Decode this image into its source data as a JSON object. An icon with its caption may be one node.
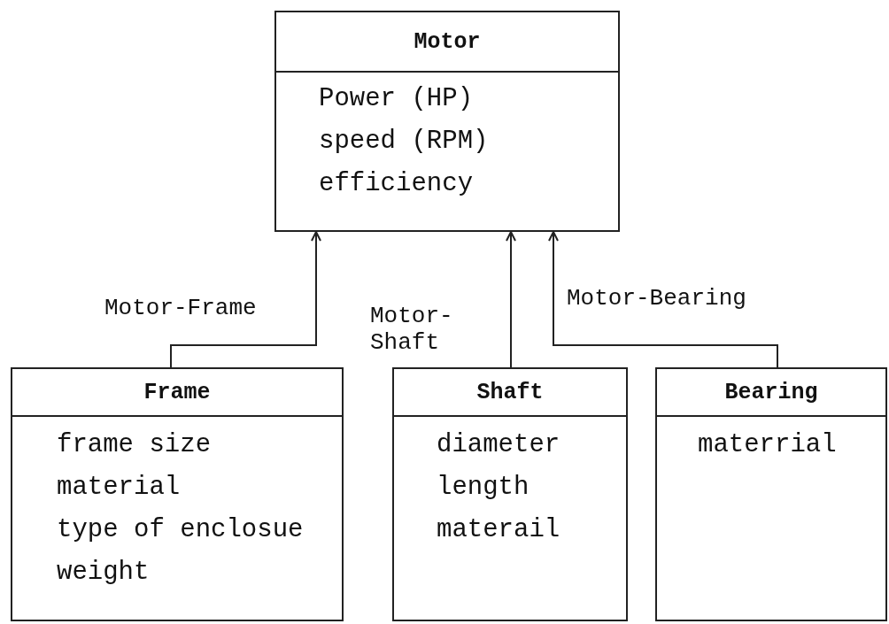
{
  "diagram": {
    "nodes": [
      {
        "text": [
          "Motor",
          "Power (HP)",
          "speed (RPM)",
          "efficiency"
        ]
      },
      {
        "text": [
          "Frame",
          "frame size",
          "material",
          "type of enclosue",
          "weight"
        ]
      },
      {
        "text": [
          "Shaft",
          "diameter",
          "length",
          "materail"
        ]
      },
      {
        "text": [
          "Bearing",
          "materrial"
        ]
      }
    ],
    "edges": [
      {
        "from": 1,
        "to": 0,
        "arrow": "to",
        "label": "Motor-Frame"
      },
      {
        "from": 2,
        "to": 0,
        "arrow": "to",
        "label": "Motor- Shaft"
      },
      {
        "from": 3,
        "to": 0,
        "arrow": "to",
        "label": "Motor-Bearing"
      }
    ]
  }
}
